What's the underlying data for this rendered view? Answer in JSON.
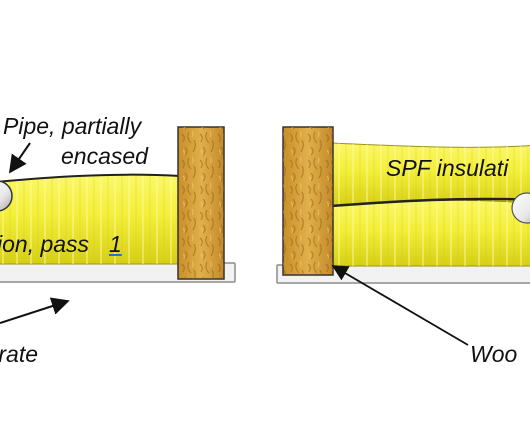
{
  "labels": {
    "pipe_line1": "Pipe, partially",
    "pipe_line2": "encased",
    "pass_text": "ion, pass ",
    "pass_number": "1",
    "spf": "SPF insulati",
    "substrate": "trate",
    "wood": "Woo"
  },
  "icons": [
    "pipe-icon",
    "stud-icon",
    "arrow-icon"
  ],
  "colors": {
    "foam_yellow": "#f3ef3a",
    "foam_shadow": "#d6cf16",
    "wood": "#d9a53c",
    "wood_dark": "#8f6418",
    "substrate": "#f2f2f2",
    "pipe": "#f7f7f7",
    "ink": "#111111",
    "underline": "#2a6fd6"
  }
}
